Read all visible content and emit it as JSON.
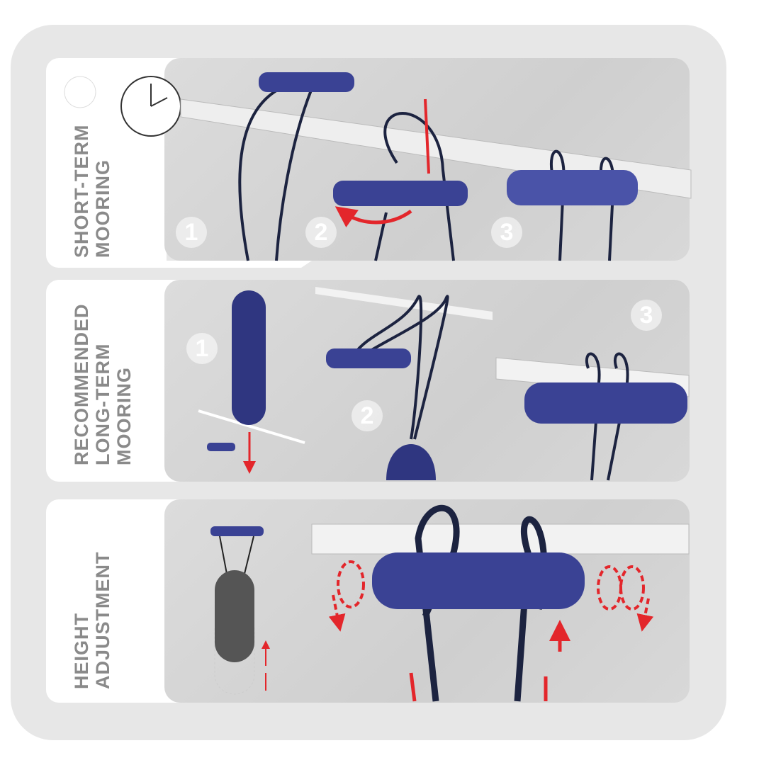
{
  "sections": [
    {
      "title_lines": [
        "SHORT-TERM",
        "MOORING"
      ],
      "steps": [
        "1",
        "2",
        "3"
      ]
    },
    {
      "title_lines": [
        "RECOMMENDED",
        "LONG-TERM",
        "MOORING"
      ],
      "steps": [
        "1",
        "2",
        "3"
      ]
    },
    {
      "title_lines": [
        "HEIGHT",
        "ADJUSTMENT"
      ],
      "steps": []
    }
  ],
  "colors": {
    "toggle": "#3a4294",
    "rope": "#1c2340",
    "arrow": "#e3262b",
    "label": "#8a8a8a"
  },
  "icons": [
    "clock-icon",
    "toggle-icon",
    "fender-icon",
    "rotate-arrow-icon",
    "up-arrow-icon"
  ]
}
